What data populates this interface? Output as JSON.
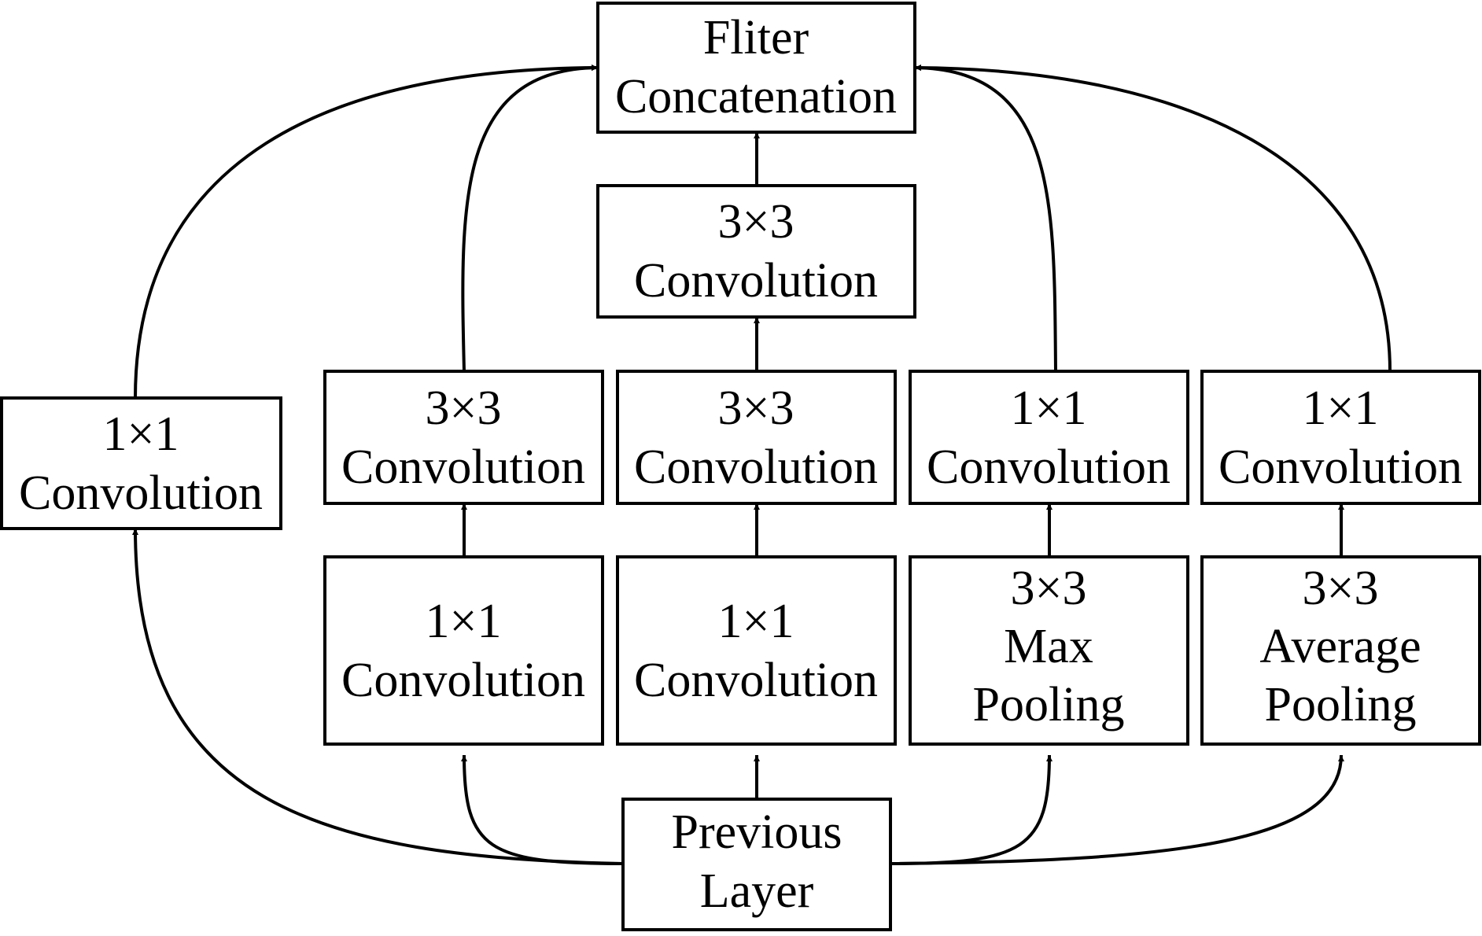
{
  "diagram": {
    "title": "",
    "nodes": {
      "concat": {
        "lines": [
          "Fliter",
          "Concatenation"
        ]
      },
      "conv3b": {
        "lines": [
          "3×3",
          "Convolution"
        ]
      },
      "conv1a": {
        "lines": [
          "1×1",
          "Convolution"
        ]
      },
      "conv3a": {
        "lines": [
          "3×3",
          "Convolution"
        ]
      },
      "conv3c": {
        "lines": [
          "3×3",
          "Convolution"
        ]
      },
      "conv1d": {
        "lines": [
          "1×1",
          "Convolution"
        ]
      },
      "conv1e": {
        "lines": [
          "1×1",
          "Convolution"
        ]
      },
      "conv1b": {
        "lines": [
          "1×1",
          "Convolution"
        ]
      },
      "conv1c": {
        "lines": [
          "1×1",
          "Convolution"
        ]
      },
      "maxpool": {
        "lines": [
          "3×3",
          "Max",
          "Pooling"
        ]
      },
      "avgpool": {
        "lines": [
          "3×3",
          "Average",
          "Pooling"
        ]
      },
      "prev": {
        "lines": [
          "Previous",
          "Layer"
        ]
      }
    },
    "edges": [
      {
        "from": "prev",
        "to": "conv1a"
      },
      {
        "from": "prev",
        "to": "conv1b"
      },
      {
        "from": "prev",
        "to": "conv1c"
      },
      {
        "from": "prev",
        "to": "maxpool"
      },
      {
        "from": "prev",
        "to": "avgpool"
      },
      {
        "from": "conv1b",
        "to": "conv3a"
      },
      {
        "from": "conv1c",
        "to": "conv3c"
      },
      {
        "from": "conv3c",
        "to": "conv3b"
      },
      {
        "from": "maxpool",
        "to": "conv1d"
      },
      {
        "from": "avgpool",
        "to": "conv1e"
      },
      {
        "from": "conv1a",
        "to": "concat"
      },
      {
        "from": "conv3a",
        "to": "concat"
      },
      {
        "from": "conv3b",
        "to": "concat"
      },
      {
        "from": "conv1d",
        "to": "concat"
      },
      {
        "from": "conv1e",
        "to": "concat"
      }
    ]
  }
}
